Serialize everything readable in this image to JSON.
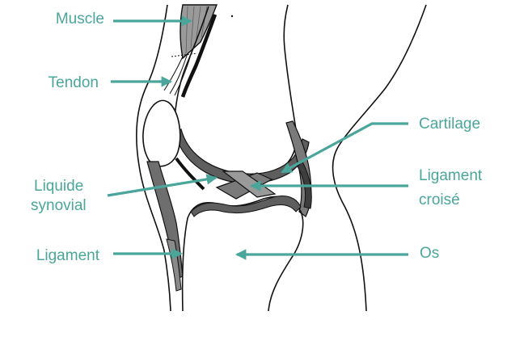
{
  "colors": {
    "label": "#4aa69a",
    "arrow": "#4aa69a",
    "outline": "#111111",
    "tissue_dark": "#5e5e5e",
    "tissue_mid": "#9a9a9a",
    "background": "#ffffff"
  },
  "labels": {
    "muscle": "Muscle",
    "tendon": "Tendon",
    "liquide_line1": "Liquide",
    "liquide_line2": "synovial",
    "ligament": "Ligament",
    "cartilage": "Cartilage",
    "ligament_croise_line1": "Ligament",
    "ligament_croise_line2": "croisé",
    "os": "Os"
  }
}
